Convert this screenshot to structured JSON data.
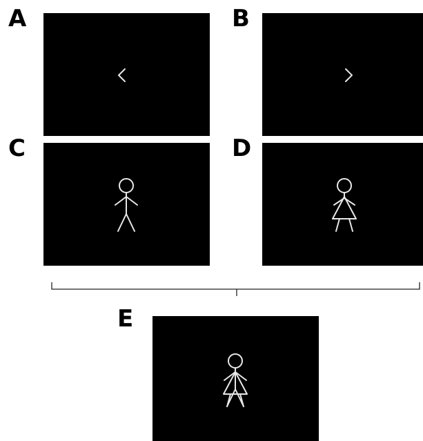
{
  "panels": {
    "a": {
      "label": "A",
      "stimulus": "left-arrow-icon"
    },
    "b": {
      "label": "B",
      "stimulus": "right-arrow-icon"
    },
    "c": {
      "label": "C",
      "stimulus": "male-stick-figure"
    },
    "d": {
      "label": "D",
      "stimulus": "female-stick-figure"
    },
    "e": {
      "label": "E",
      "stimulus": "overlaid-male-female-stick-figure"
    }
  },
  "colors": {
    "background": "#ffffff",
    "panel_fill": "#000000",
    "stimulus_stroke": "#e8e8e8",
    "label": "#000000"
  }
}
